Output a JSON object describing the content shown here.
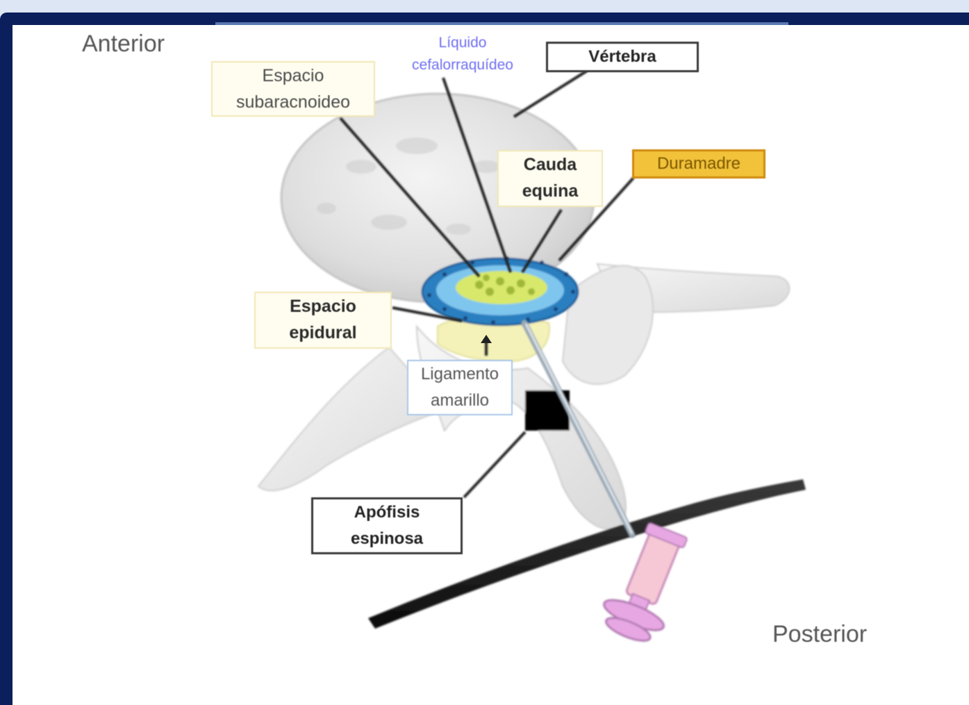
{
  "diagram": {
    "orientation": {
      "anterior": "Anterior",
      "posterior": "Posterior"
    },
    "labels": {
      "espacio_subaracnoideo": "Espacio\nsubaracnoideo",
      "liquido_cefalorraquideo": "Líquido\ncefalorraquídeo",
      "vertebra": "Vértebra",
      "cauda_equina": "Cauda\nequina",
      "duramadre": "Duramadre",
      "espacio_epidural": "Espacio\nepidural",
      "ligamento_amarillo": "Ligamento\namarillo",
      "apofisis_espinosa": "Apófisis\nespinosa"
    },
    "colors": {
      "frame": "#0b1f5c",
      "background": "#dce6f4",
      "dura_highlight": "#f2c23a",
      "csf_text": "#6f6ff2",
      "syringe": "#e7a7e3"
    }
  }
}
